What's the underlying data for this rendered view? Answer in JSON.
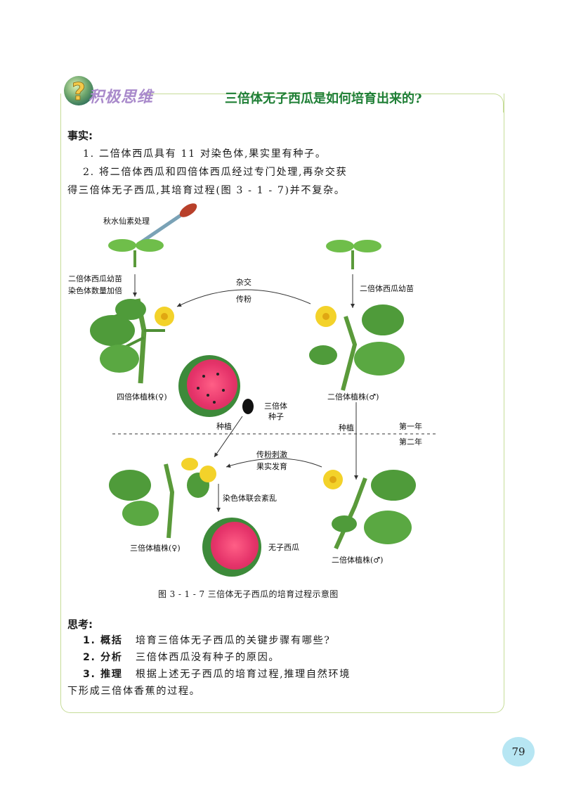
{
  "header": {
    "section_tag": "积极思维",
    "title": "三倍体无子西瓜是如何培育出来的?"
  },
  "facts": {
    "heading": "事实:",
    "items": [
      "1. 二倍体西瓜具有 11 对染色体,果实里有种子。",
      "2. 将二倍体西瓜和四倍体西瓜经过专门处理,再杂交获",
      "得三倍体无子西瓜,其培育过程(图 3 - 1 - 7)并不复杂。"
    ]
  },
  "figure": {
    "colchicine": "秋水仙素处理",
    "seedling_left_1": "二倍体西瓜幼苗",
    "seedling_left_2": "染色体数量加倍",
    "seedling_right": "二倍体西瓜幼苗",
    "cross_1": "杂交",
    "cross_2": "传粉",
    "tetraploid": "四倍体植株(♀)",
    "diploid_1": "二倍体植株(♂)",
    "triploid_seed_1": "三倍体",
    "triploid_seed_2": "种子",
    "plant_left": "种植",
    "plant_right": "种植",
    "year_one": "第一年",
    "year_two": "第二年",
    "stimulate_1": "传粉刺激",
    "stimulate_2": "果实发育",
    "synapsis": "染色体联会紊乱",
    "triploid_plant": "三倍体植株(♀)",
    "seedless": "无子西瓜",
    "diploid_2": "二倍体植株(♂)",
    "caption": "图 3 - 1 - 7    三倍体无子西瓜的培育过程示意图"
  },
  "thinking": {
    "heading": "思考:",
    "q1_key": "1. 概括",
    "q1_text": "培育三倍体无子西瓜的关键步骤有哪些?",
    "q2_key": "2. 分析",
    "q2_text": "三倍体西瓜没有种子的原因。",
    "q3_key": "3. 推理",
    "q3_text": "根据上述无子西瓜的培育过程,推理自然环境",
    "q3_text_2": "下形成三倍体香蕉的过程。"
  },
  "page_number": "79",
  "colors": {
    "frame": "#c6dc98",
    "title": "#1f7f36",
    "tag": "#a98acb",
    "page_badge": "#b7e6f3"
  }
}
